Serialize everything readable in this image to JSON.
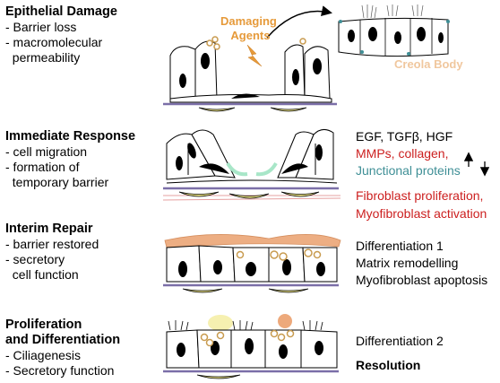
{
  "stages": [
    {
      "heading": "Epithelial Damage",
      "lines": [
        "- Barrier loss",
        "- macromolecular",
        "  permeability"
      ]
    },
    {
      "heading": "Immediate Response",
      "lines": [
        "- cell migration",
        "- formation of",
        "  temporary barrier"
      ]
    },
    {
      "heading": "Interim Repair",
      "lines": [
        "- barrier restored",
        "- secretory",
        "  cell function"
      ]
    },
    {
      "heading": "Proliferation",
      "heading2": "and Differentiation",
      "lines": [
        "- Ciliagenesis",
        "- Secretory function"
      ]
    }
  ],
  "labels": {
    "damaging_agents_1": "Damaging",
    "damaging_agents_2": "Agents",
    "creola_body": "Creola Body"
  },
  "right": {
    "growth_factors": "EGF, TGFβ, HGF",
    "mmps": "MMPs, collagen,",
    "junctional": "Junctional proteins",
    "fibro_prolif": "Fibroblast proliferation,",
    "myofibro_act": "Myofibroblast activation",
    "diff1": "Differentiation 1",
    "matrix": "Matrix remodelling",
    "apoptosis": "Myofibroblast apoptosis",
    "diff2": "Differentiation 2",
    "resolution": "Resolution"
  },
  "colors": {
    "red": "#cc1f1f",
    "teal": "#3f8f96",
    "orange": "#e69a3a",
    "creola": "#f0c79e",
    "membrane": "#7b6fa8",
    "fibroblast": "#f2e98a",
    "mucus": "#e8935a",
    "arrow_green": "#a8e6c8"
  },
  "icons": [
    "lightning-bolt-icon",
    "curved-arrow-icon",
    "up-arrow-icon",
    "down-arrow-icon"
  ]
}
